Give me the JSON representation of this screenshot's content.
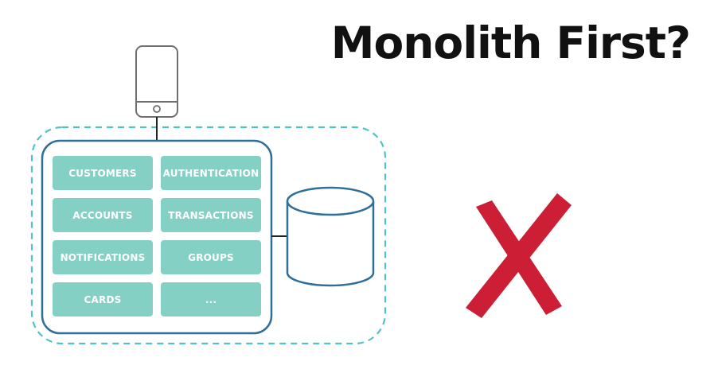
{
  "title": "Monolith First?",
  "modules": [
    "CUSTOMERS",
    "AUTHENTICATION",
    "ACCOUNTS",
    "TRANSACTIONS",
    "NOTIFICATIONS",
    "GROUPS",
    "CARDS",
    "..."
  ],
  "colors": {
    "module_fill": "#85d0c4",
    "border_blue": "#2e6f9b",
    "dashed_teal": "#52c2c8",
    "cross_red": "#cc1f36"
  },
  "icons": [
    "phone-icon",
    "database-icon",
    "cross-icon"
  ]
}
